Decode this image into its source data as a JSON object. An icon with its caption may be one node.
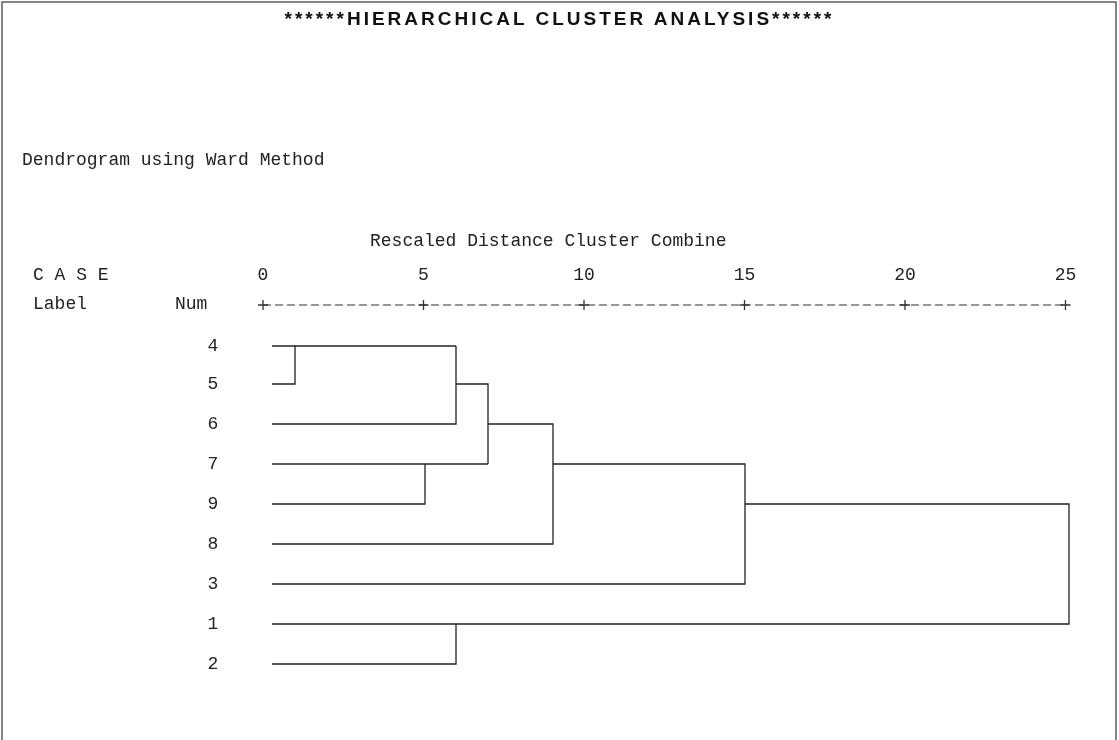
{
  "diagram": {
    "title": "******HIERARCHICAL CLUSTER ANALYSIS******",
    "labels": [
      "Dendrogram using Ward Method",
      "Rescaled Distance Cluster Combine",
      "C A S E",
      "0",
      "5",
      "10",
      "15",
      "20",
      "25",
      "Label",
      "Num",
      "4",
      "5",
      "6",
      "7",
      "9",
      "8",
      "3",
      "1",
      "2"
    ]
  }
}
